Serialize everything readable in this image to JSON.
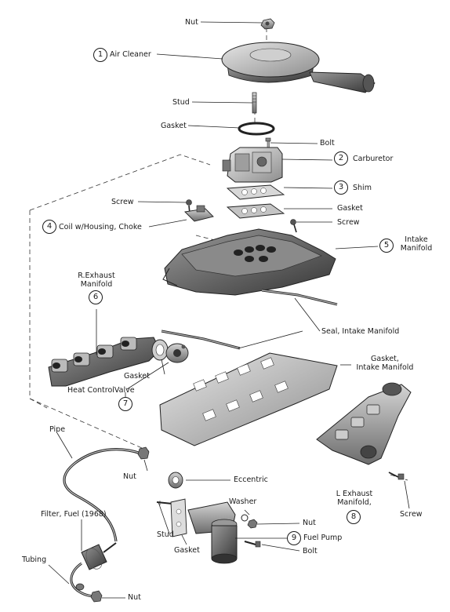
{
  "callouts": [
    {
      "id": "air-cleaner",
      "number": "1",
      "label": "Air Cleaner"
    },
    {
      "id": "carburetor",
      "number": "2",
      "label": "Carburetor"
    },
    {
      "id": "shim",
      "number": "3",
      "label": "Shim"
    },
    {
      "id": "coil-choke",
      "number": "4",
      "label": "Coil w/Housing, Choke"
    },
    {
      "id": "intake-manifold",
      "number": "5",
      "label": "Intake\nManifold"
    },
    {
      "id": "r-exhaust-manifold",
      "number": "6",
      "label": "R.Exhaust\nManifold"
    },
    {
      "id": "heat-control-valve",
      "number": "7",
      "label": "Heat ControlValve"
    },
    {
      "id": "l-exhaust-manifold",
      "number": "8",
      "label": "L Exhaust\nManifold,"
    },
    {
      "id": "fuel-pump",
      "number": "9",
      "label": "Fuel Pump"
    }
  ],
  "labels": {
    "nut_top": "Nut",
    "stud_top": "Stud",
    "gasket_air": "Gasket",
    "bolt_carb": "Bolt",
    "gasket_carb": "Gasket",
    "screw_carb": "Screw",
    "screw_choke": "Screw",
    "seal_intake": "Seal, Intake Manifold",
    "gasket_intake": "Gasket,\nIntake Manifold",
    "gasket_heat": "Gasket",
    "pipe": "Pipe",
    "nut_pipe": "Nut",
    "eccentric": "Eccentric",
    "washer": "Washer",
    "nut_pump": "Nut",
    "bolt_pump": "Bolt",
    "stud_pump": "Stud",
    "gasket_pump": "Gasket",
    "screw_lexh": "Screw",
    "filter": "Filter, Fuel (1968)",
    "tubing": "Tubing",
    "nut_bottom": "Nut"
  }
}
